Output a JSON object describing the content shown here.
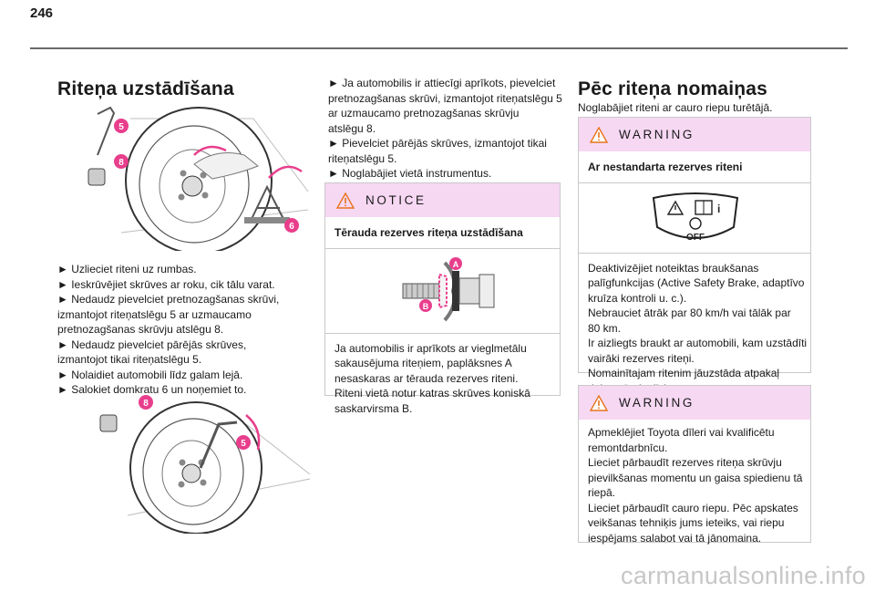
{
  "page": {
    "number": "246",
    "watermark": "carmanualsonline.info"
  },
  "left": {
    "heading": "Riteņa uzstādīšana",
    "fig1_labels": [
      "5",
      "8",
      "6"
    ],
    "steps": [
      "► Uzlieciet riteni uz rumbas.",
      "► Ieskrūvējiet skrūves ar roku, cik tālu varat.",
      "► Nedaudz pievelciet pretnozagšanas skrūvi,",
      "izmantojot riteņatslēgu  5 ar uzmaucamo",
      "pretnozagšanas skrūvju atslēgu  8.",
      "► Nedaudz pievelciet pārējās skrūves,",
      "izmantojot tikai riteņatslēgu  5.",
      "► Nolaidiet automobili līdz galam lejā.",
      "► Salokiet domkratu  6 un noņemiet to."
    ],
    "fig2_labels": [
      "8",
      "5"
    ]
  },
  "middle": {
    "steps": [
      "► Ja automobilis ir attiecīgi aprīkots, pievelciet",
      "pretnozagšanas skrūvi, izmantojot riteņatslēgu  5",
      "ar uzmaucamo pretnozagšanas skrūvju",
      "atslēgu  8.",
      "► Pievelciet pārējās skrūves, izmantojot tikai",
      "riteņatslēgu  5.",
      "► Noglabājiet vietā instrumentus."
    ],
    "notice": {
      "title": "NOTICE",
      "subtitle": "Tērauda rezerves riteņa uzstādīšana",
      "fig_labels": [
        "A",
        "B"
      ],
      "lines": [
        "Ja automobilis ir aprīkots ar vieglmetālu",
        "sakausējuma riteņiem, paplāksnes A",
        "nesaskaras ar tērauda rezerves riteni.",
        "Riteni vietā notur katras skrūves koniskā",
        "saskarvirsma B."
      ]
    }
  },
  "right": {
    "heading": "Pēc riteņa nomaiņas",
    "intro": "Noglabājiet riteni ar cauro riepu turētājā.",
    "warning1": {
      "title": "WARNING",
      "subtitle": "Ar nestandarta rezerves riteni",
      "badge_text": "OFF",
      "lines": [
        "Deaktivizējiet noteiktas braukšanas",
        "palīgfunkcijas (Active Safety Brake, adaptīvo",
        "kruīza kontroli u. c.).",
        "Nebrauciet ātrāk par 80 km/h vai tālāk par",
        "80 km.",
        "Ir aizliegts braukt ar automobili, kam uzstādīti",
        "vairāki rezerves riteņi.",
        "Nomainītajam ritenim jāuzstāda atpakaļ",
        "dekoratīvais disks."
      ]
    },
    "warning2": {
      "title": "WARNING",
      "lines": [
        "Apmeklējiet Toyota dīleri vai kvalificētu",
        "remontdarbnīcu.",
        "Lieciet pārbaudīt rezerves riteņa skrūvju",
        "pievilkšanas momentu un gaisa spiedienu tā",
        "riepā.",
        "Lieciet pārbaudīt cauro riepu. Pēc apskates",
        "veikšanas tehniķis jums ieteiks, vai riepu",
        "iespējams salabot vai tā jānomaina."
      ]
    }
  },
  "colors": {
    "accent_pink": "#e83e8c",
    "box_header": "#f6d8f3",
    "warning_orange": "#e8741c"
  }
}
